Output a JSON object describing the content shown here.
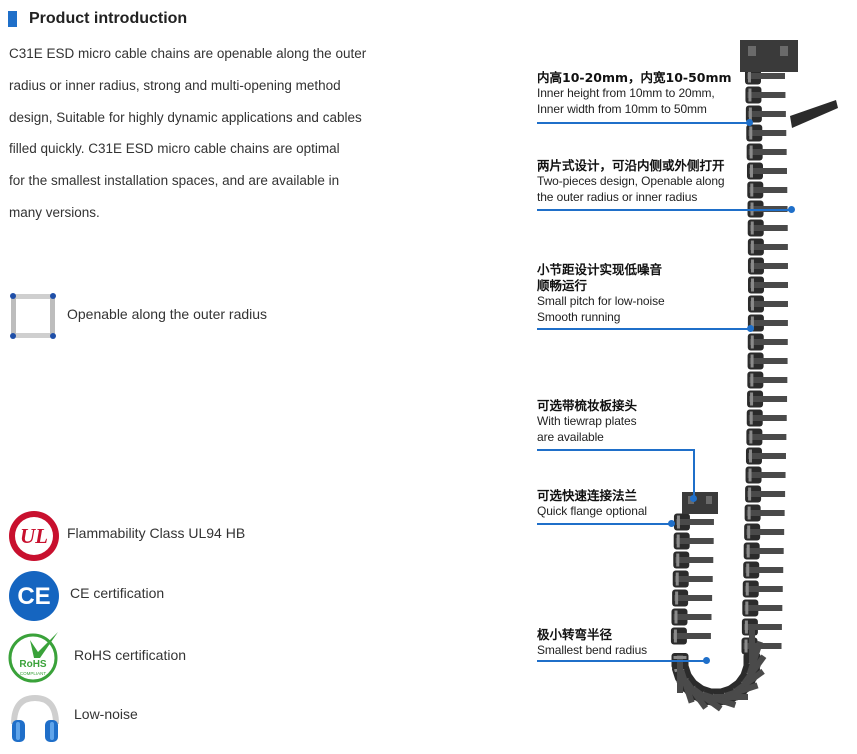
{
  "section": {
    "title": "Product introduction"
  },
  "intro": {
    "lines": [
      "C31E ESD micro cable chains are openable along the outer",
      "radius or inner radius, strong and multi-opening method",
      "design, Suitable for highly dynamic applications and cables",
      "filled quickly. C31E ESD micro cable chains are optimal",
      "for the smallest installation spaces, and are available in",
      "many versions."
    ]
  },
  "features": {
    "openable": {
      "label": "Openable along the outer radius",
      "icon": "frame-icon"
    },
    "flammability": {
      "label": "Flammability Class UL94 HB",
      "icon": "ul-icon",
      "icon_text": "UL"
    },
    "ce": {
      "label": "CE certification",
      "icon": "ce-icon",
      "icon_text": "CE"
    },
    "rohs": {
      "label": "RoHS certification",
      "icon": "rohs-icon",
      "icon_text": "RoHS",
      "icon_subtext": "COMPLIANT"
    },
    "noise": {
      "label": "Low-noise",
      "icon": "headphones-icon"
    }
  },
  "annotations": [
    {
      "cn": "内高10-20mm，内宽10-50mm",
      "en1": "Inner height from 10mm to 20mm,",
      "en2": "Inner width from 10mm to 50mm"
    },
    {
      "cn": "两片式设计，可沿内侧或外侧打开",
      "en1": "Two-pieces design, Openable along",
      "en2": "the outer radius or inner radius"
    },
    {
      "cn1": "小节距设计实现低噪音",
      "cn2": "顺畅运行",
      "en1": "Small pitch for low-noise",
      "en2": "Smooth running"
    },
    {
      "cn": "可选带梳妆板接头",
      "en1": "With tiewrap plates",
      "en2": "are available"
    },
    {
      "cn": "可选快速连接法兰",
      "en1": "Quick flange optional"
    },
    {
      "cn": "极小转弯半径",
      "en1": "Smallest bend radius"
    }
  ],
  "colors": {
    "accent": "#1f6fc9",
    "ul_red": "#c8102e",
    "ce_blue": "#1565c0",
    "rohs_green": "#3aa23a",
    "chain": "#2b2b2b"
  }
}
